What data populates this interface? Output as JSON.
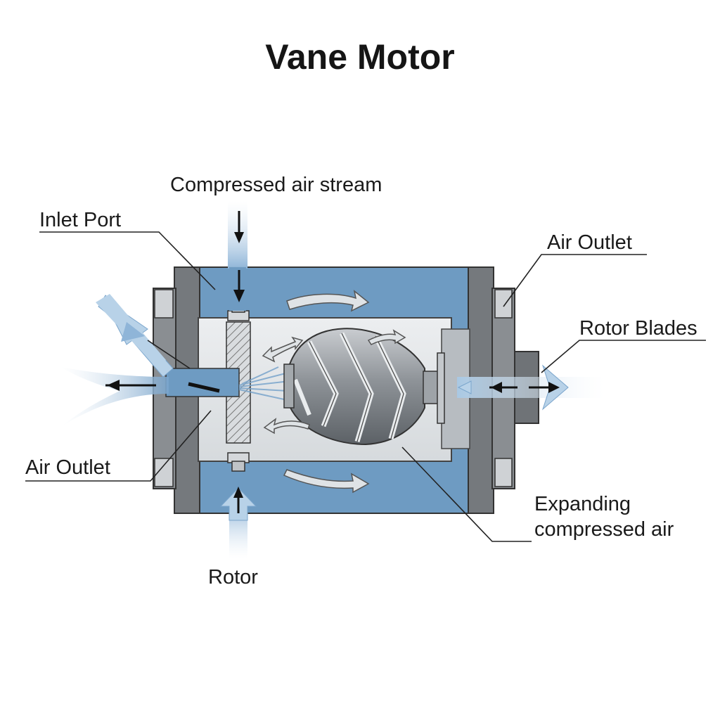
{
  "title": "Vane Motor",
  "labels": {
    "compressed_air_stream": "Compressed air stream",
    "inlet_port": "Inlet Port",
    "air_outlet_right": "Air Outlet",
    "rotor_blades": "Rotor Blades",
    "air_outlet_left": "Air Outlet",
    "expanding_line1": "Expanding",
    "expanding_line2": "compressed air",
    "rotor": "Rotor"
  },
  "colors": {
    "housing_blue": "#6e9bc2",
    "end_cap_gray": "#75797d",
    "chamber_gray": "#e1e4e7",
    "airflow_light_blue": "#b8d2e8",
    "rotor_steel": "#8c9196",
    "arrow_dark": "#111111"
  }
}
